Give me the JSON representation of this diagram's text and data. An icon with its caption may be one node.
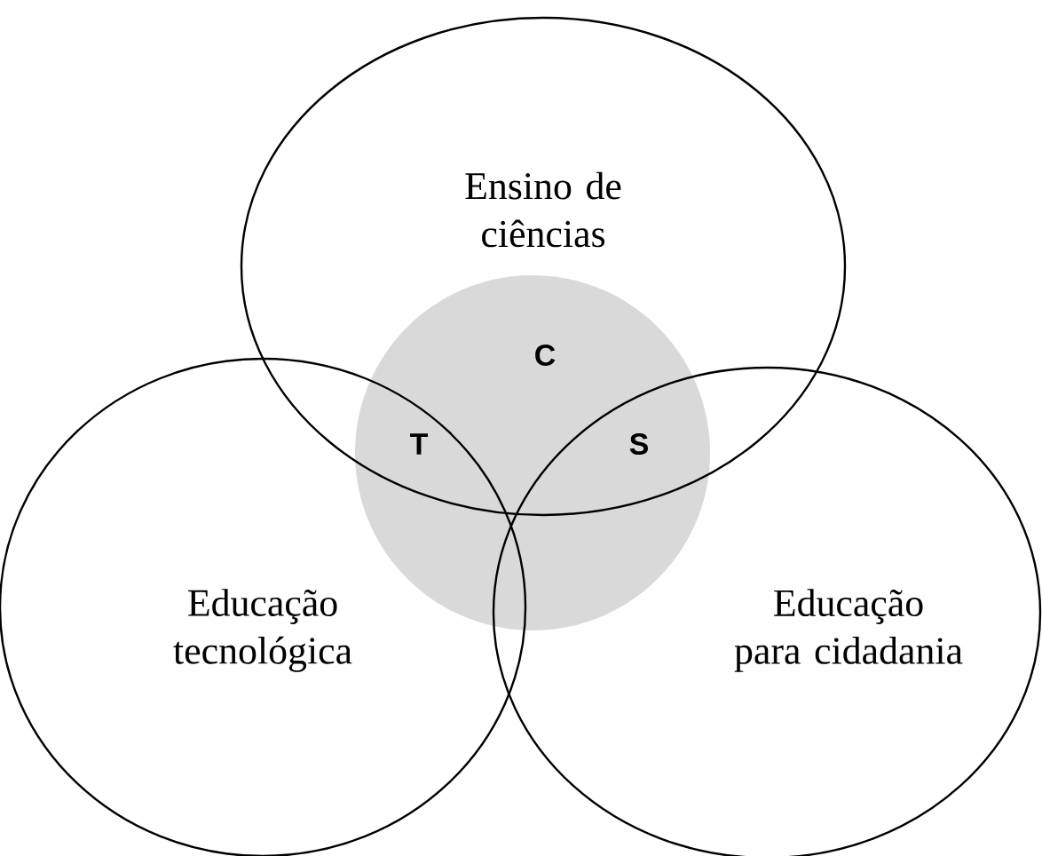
{
  "diagram": {
    "nodes": [
      {
        "text": [
          "Ensino de ciências"
        ]
      },
      {
        "text": [
          "Educação tecnológica"
        ]
      },
      {
        "text": [
          "Educação para cidadania"
        ]
      },
      {
        "text": [],
        "shape": "circle"
      }
    ],
    "labels": [
      "C",
      "T",
      "S"
    ]
  }
}
